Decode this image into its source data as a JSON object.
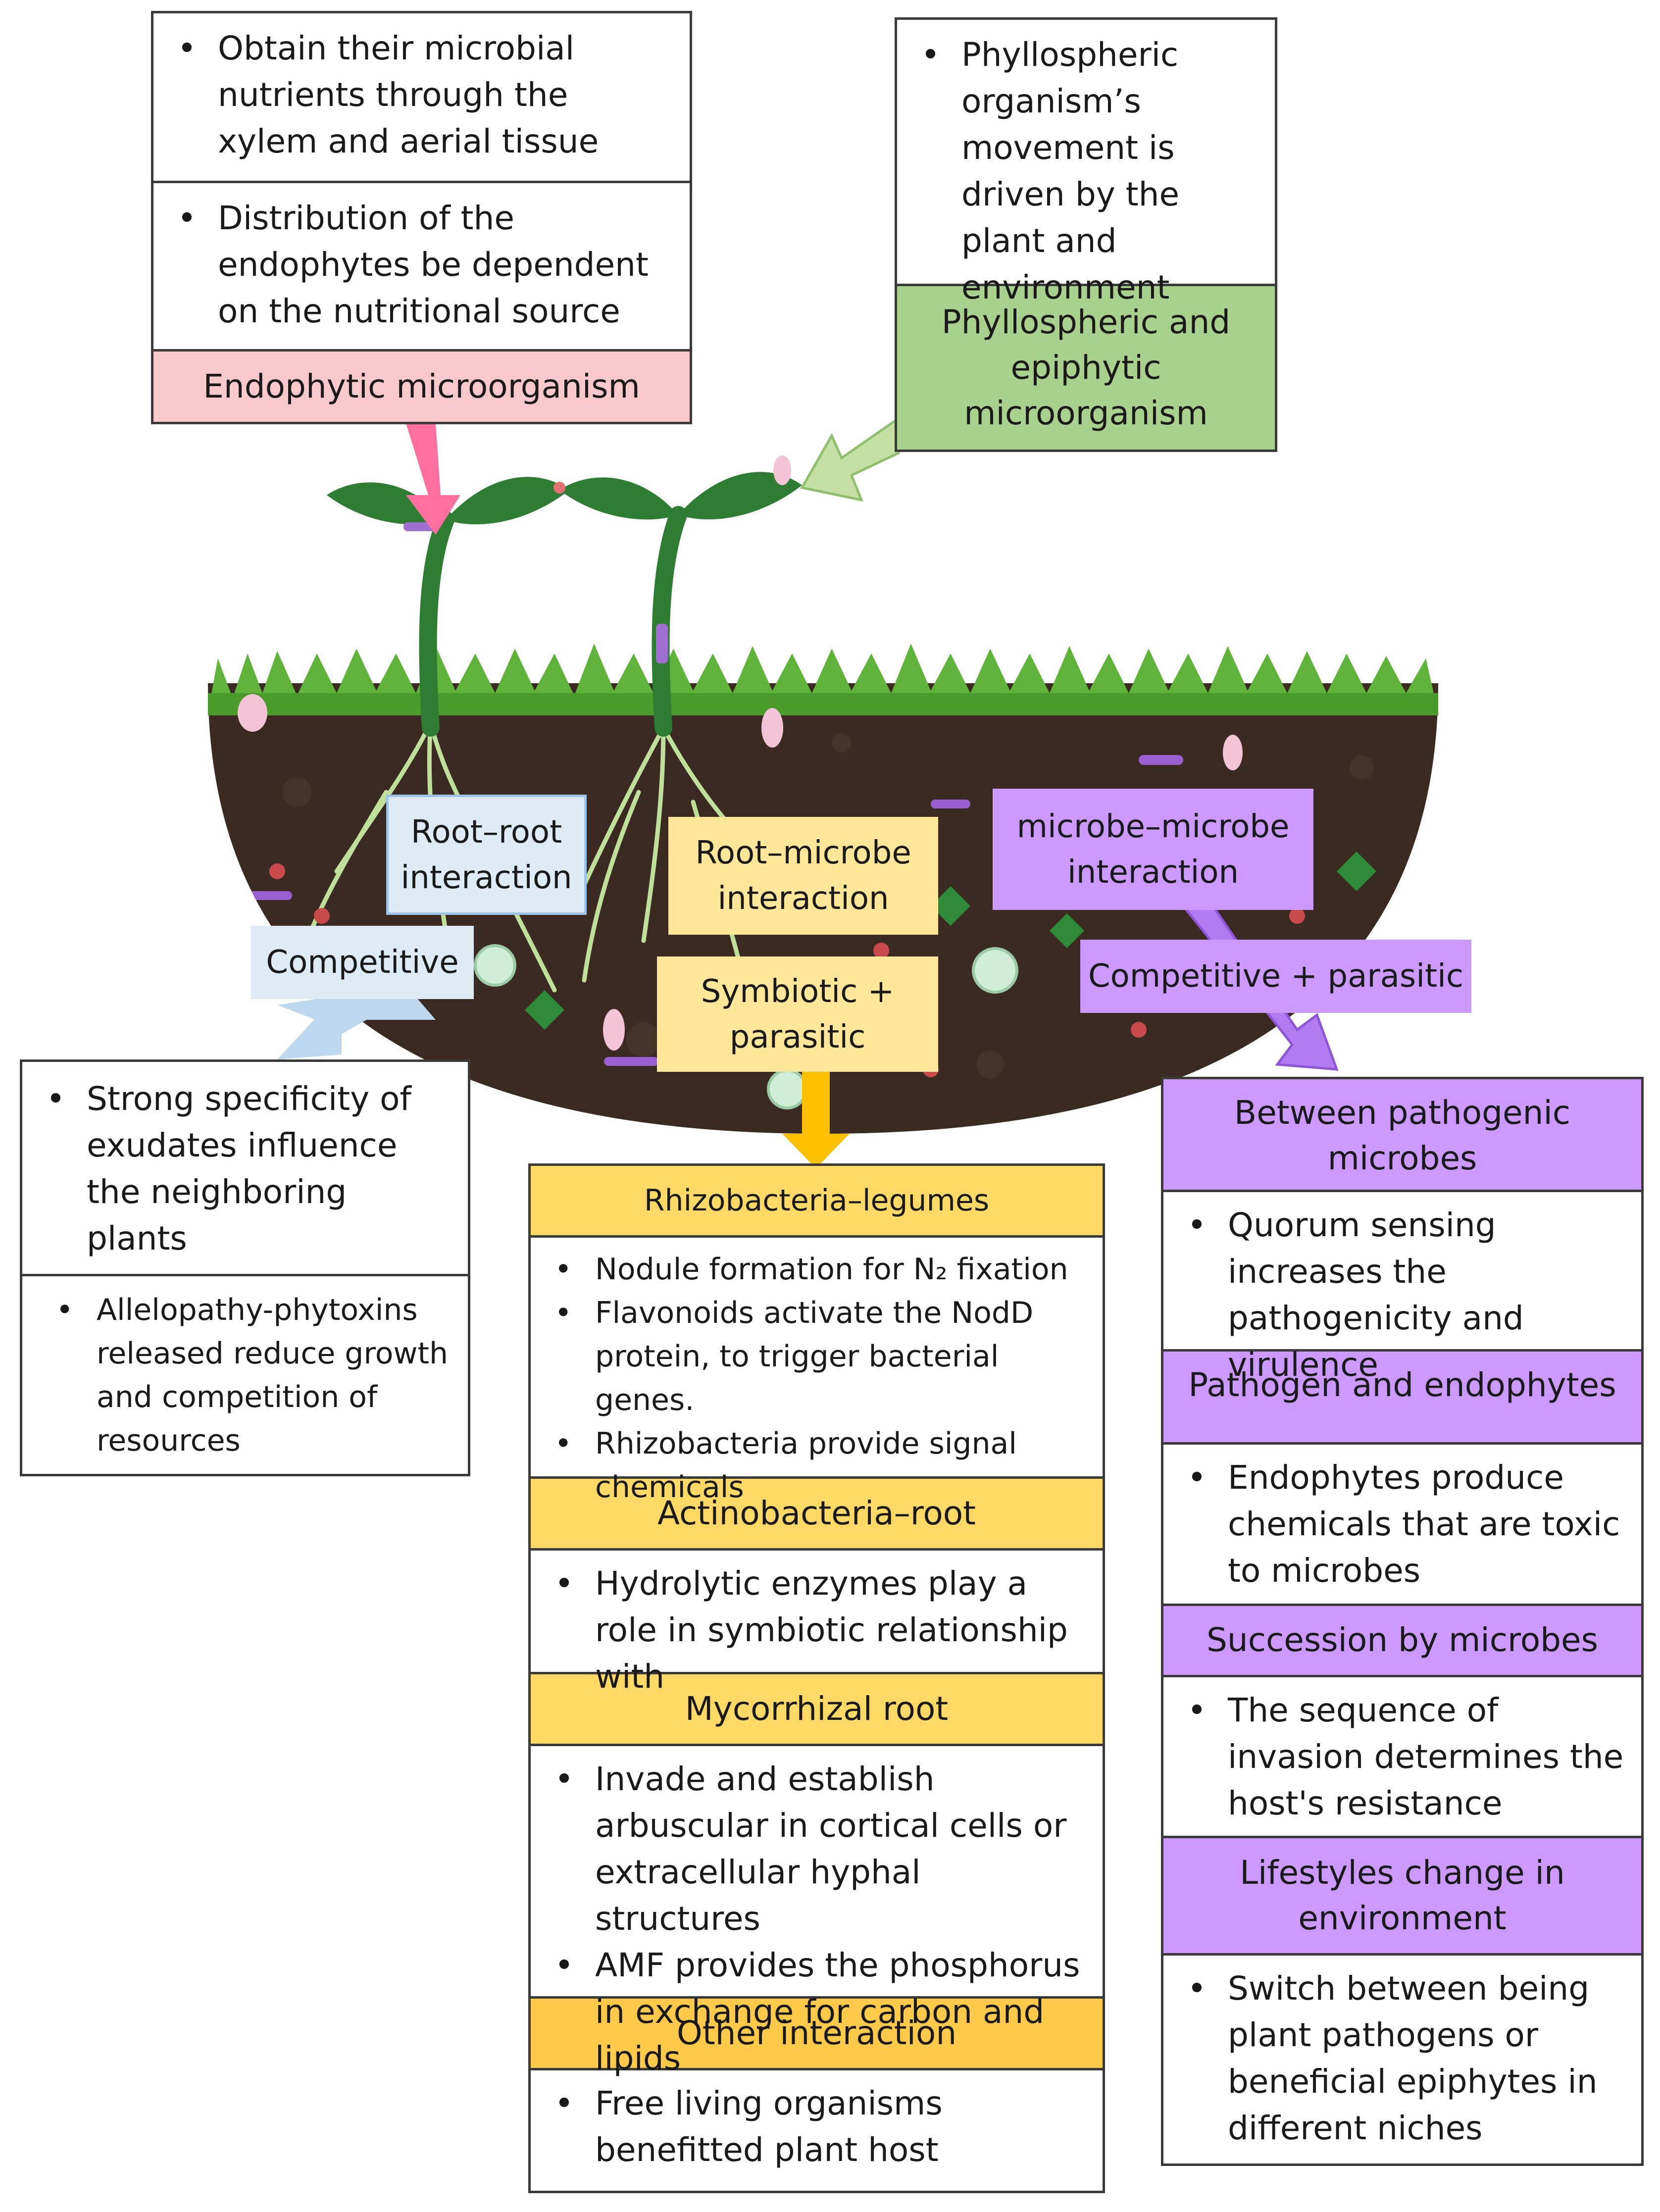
{
  "colors": {
    "endophytic": "#f9c8cc",
    "phyllospheric": "#a9d18e",
    "root_root": "#deebf7",
    "root_microbe": "#ffd966",
    "root_microbe_light": "#ffe699",
    "microbe_microbe": "#cc99ff",
    "soil": "#3b2a22",
    "grass": "#5fb33a",
    "plant": "#2e7d32"
  },
  "endophytic": {
    "bullets": [
      "Obtain their microbial nutrients through the xylem and aerial tissue",
      "Distribution of the endophytes be dependent on the nutritional source"
    ],
    "header": "Endophytic microorganism"
  },
  "phyllospheric": {
    "bullet": "Phyllospheric organism’s movement is driven by the plant and environment",
    "header": "Phyllospheric and epiphytic microorganism"
  },
  "root_root": {
    "label": "Root–root interaction",
    "type": "Competitive",
    "bullets_a": [
      "Strong specificity of exudates influence the neighboring plants"
    ],
    "bullets_b": [
      "Allelopathy-phytoxins released reduce growth and competition of resources"
    ]
  },
  "root_microbe": {
    "label": "Root–microbe interaction",
    "type": "Symbiotic + parasitic",
    "sections": [
      {
        "header": "Rhizobacteria–legumes",
        "bullets": [
          "Nodule formation for N₂ fixation",
          "Flavonoids activate the NodD protein, to trigger bacterial genes.",
          "Rhizobacteria provide signal chemicals"
        ]
      },
      {
        "header": "Actinobacteria–root",
        "bullets": [
          "Hydrolytic enzymes play a role in symbiotic relationship with"
        ]
      },
      {
        "header": "Mycorrhizal root",
        "bullets": [
          "Invade and establish arbuscular in cortical cells or extracellular hyphal structures",
          "AMF provides the phosphorus in exchange for carbon and lipids"
        ]
      },
      {
        "header": "Other interaction",
        "bullets": [
          "Free living organisms benefitted plant host"
        ]
      }
    ]
  },
  "microbe_microbe": {
    "label": "microbe–microbe interaction",
    "type": "Competitive + parasitic",
    "sections": [
      {
        "header": "Between pathogenic microbes",
        "bullets": [
          "Quorum sensing increases the pathogenicity and virulence"
        ]
      },
      {
        "header": "Pathogen and endophytes",
        "bullets": [
          "Endophytes produce chemicals that are toxic to microbes"
        ]
      },
      {
        "header": "Succession by microbes",
        "bullets": [
          "The sequence of invasion determines the host's resistance"
        ]
      },
      {
        "header": "Lifestyles change in environment",
        "bullets": [
          "Switch between being plant pathogens or beneficial epiphytes in different niches"
        ]
      }
    ]
  }
}
